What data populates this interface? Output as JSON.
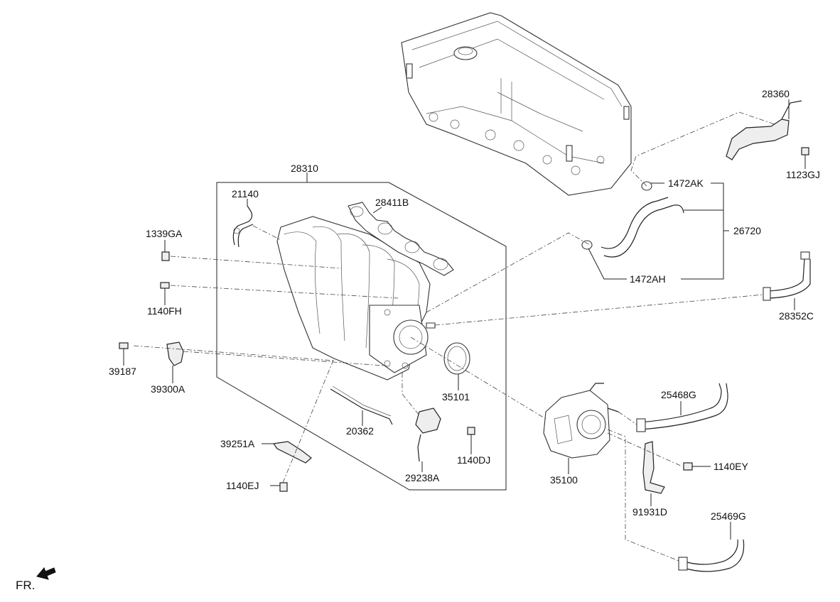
{
  "diagram": {
    "labels": {
      "p28310": "28310",
      "p21140": "21140",
      "p28411B": "28411B",
      "p1339GA": "1339GA",
      "p1140FH": "1140FH",
      "p39187": "39187",
      "p39300A": "39300A",
      "p35101": "35101",
      "p20362": "20362",
      "p39251A": "39251A",
      "p1140DJ": "1140DJ",
      "p29238A": "29238A",
      "p1140EJ": "1140EJ",
      "p28360": "28360",
      "p1123GJ": "1123GJ",
      "p1472AK": "1472AK",
      "p26720": "26720",
      "p1472AH": "1472AH",
      "p28352C": "28352C",
      "p25468G": "25468G",
      "p35100": "35100",
      "p1140EY": "1140EY",
      "p91931D": "91931D",
      "p25469G": "25469G"
    },
    "front_indicator": "FR."
  }
}
